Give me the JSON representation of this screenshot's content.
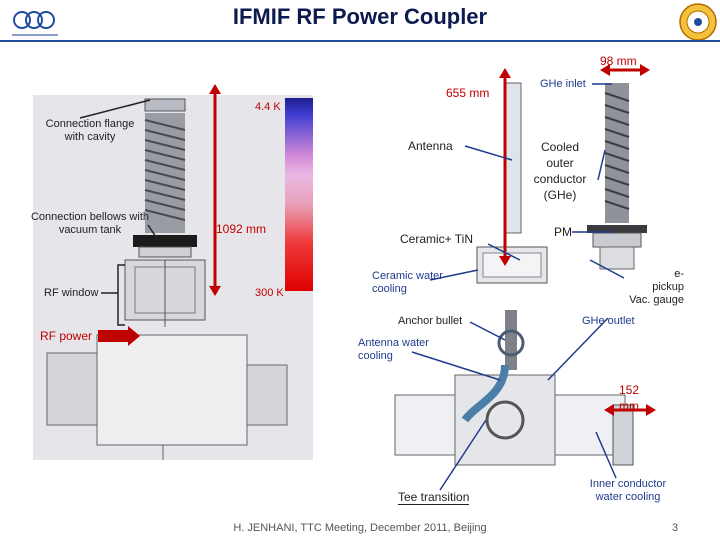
{
  "header": {
    "title": "IFMIF RF Power Coupler"
  },
  "left_panel": {
    "connection_flange": "Connection flange with cavity",
    "connection_bellows": "Connection bellows with vacuum tank",
    "rf_window": "RF window",
    "rf_power": "RF power",
    "temp_top": "4.4 K",
    "temp_bottom": "300 K",
    "length": "1092 mm"
  },
  "right_panel": {
    "length_655": "655 mm",
    "dim_98": "98 mm",
    "ghe_inlet": "GHe inlet",
    "antenna": "Antenna",
    "cooled_outer_line1": "Cooled",
    "cooled_outer_line2": "outer",
    "cooled_outer_line3": "conductor",
    "cooled_outer_line4": "(GHe)",
    "ceramic_tin": "Ceramic+ TiN",
    "pm": "PM",
    "ceramic_water_line1": "Ceramic water",
    "ceramic_water_line2": "cooling",
    "epickup_line1": "e-",
    "epickup_line2": "pickup",
    "epickup_line3": "Vac. gauge",
    "anchor_bullet": "Anchor bullet",
    "ghe_outlet": "GHe outlet",
    "antenna_water_line1": "Antenna water",
    "antenna_water_line2": "cooling",
    "dim_152_line1": "152",
    "dim_152_line2": "mm",
    "tee_transition": "Tee transition",
    "inner_conductor_line1": "Inner conductor",
    "inner_conductor_line2": "water cooling"
  },
  "footer": {
    "text": "H. JENHANI, TTC Meeting, December 2011, Beijing",
    "page": "3"
  },
  "colors": {
    "title": "#0d1a4f",
    "accent_red": "#c00000",
    "panel_bg": "#e6e6ea",
    "arrow_blue": "#1f3b8c"
  }
}
